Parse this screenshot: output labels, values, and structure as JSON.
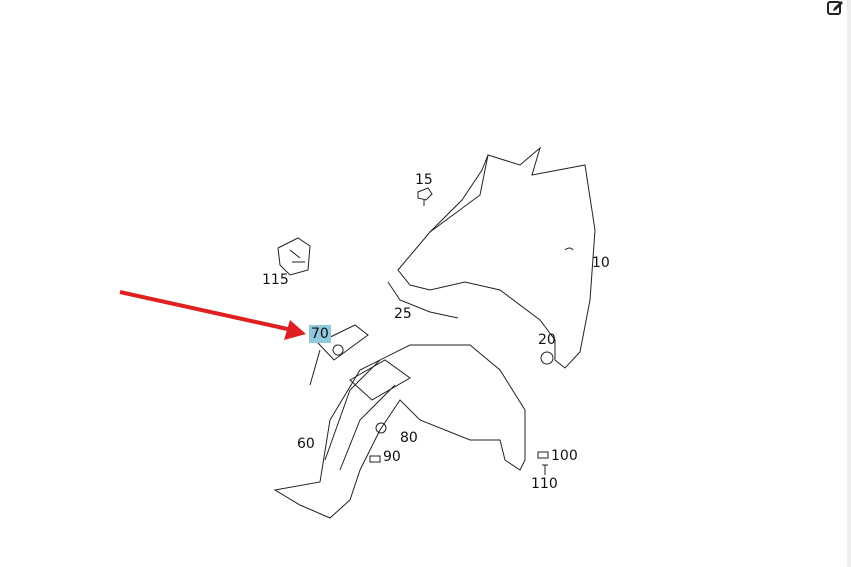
{
  "diagram": {
    "labels": {
      "p10": "10",
      "p15": "15",
      "p20": "20",
      "p25": "25",
      "p60": "60",
      "p70": "70",
      "p80": "80",
      "p90": "90",
      "p100": "100",
      "p110": "110",
      "p115": "115"
    },
    "highlighted_part": "70",
    "highlight_color": "#8fc9db",
    "arrow_color": "#e02020"
  },
  "toolbar": {
    "edit_icon": "edit-icon"
  }
}
